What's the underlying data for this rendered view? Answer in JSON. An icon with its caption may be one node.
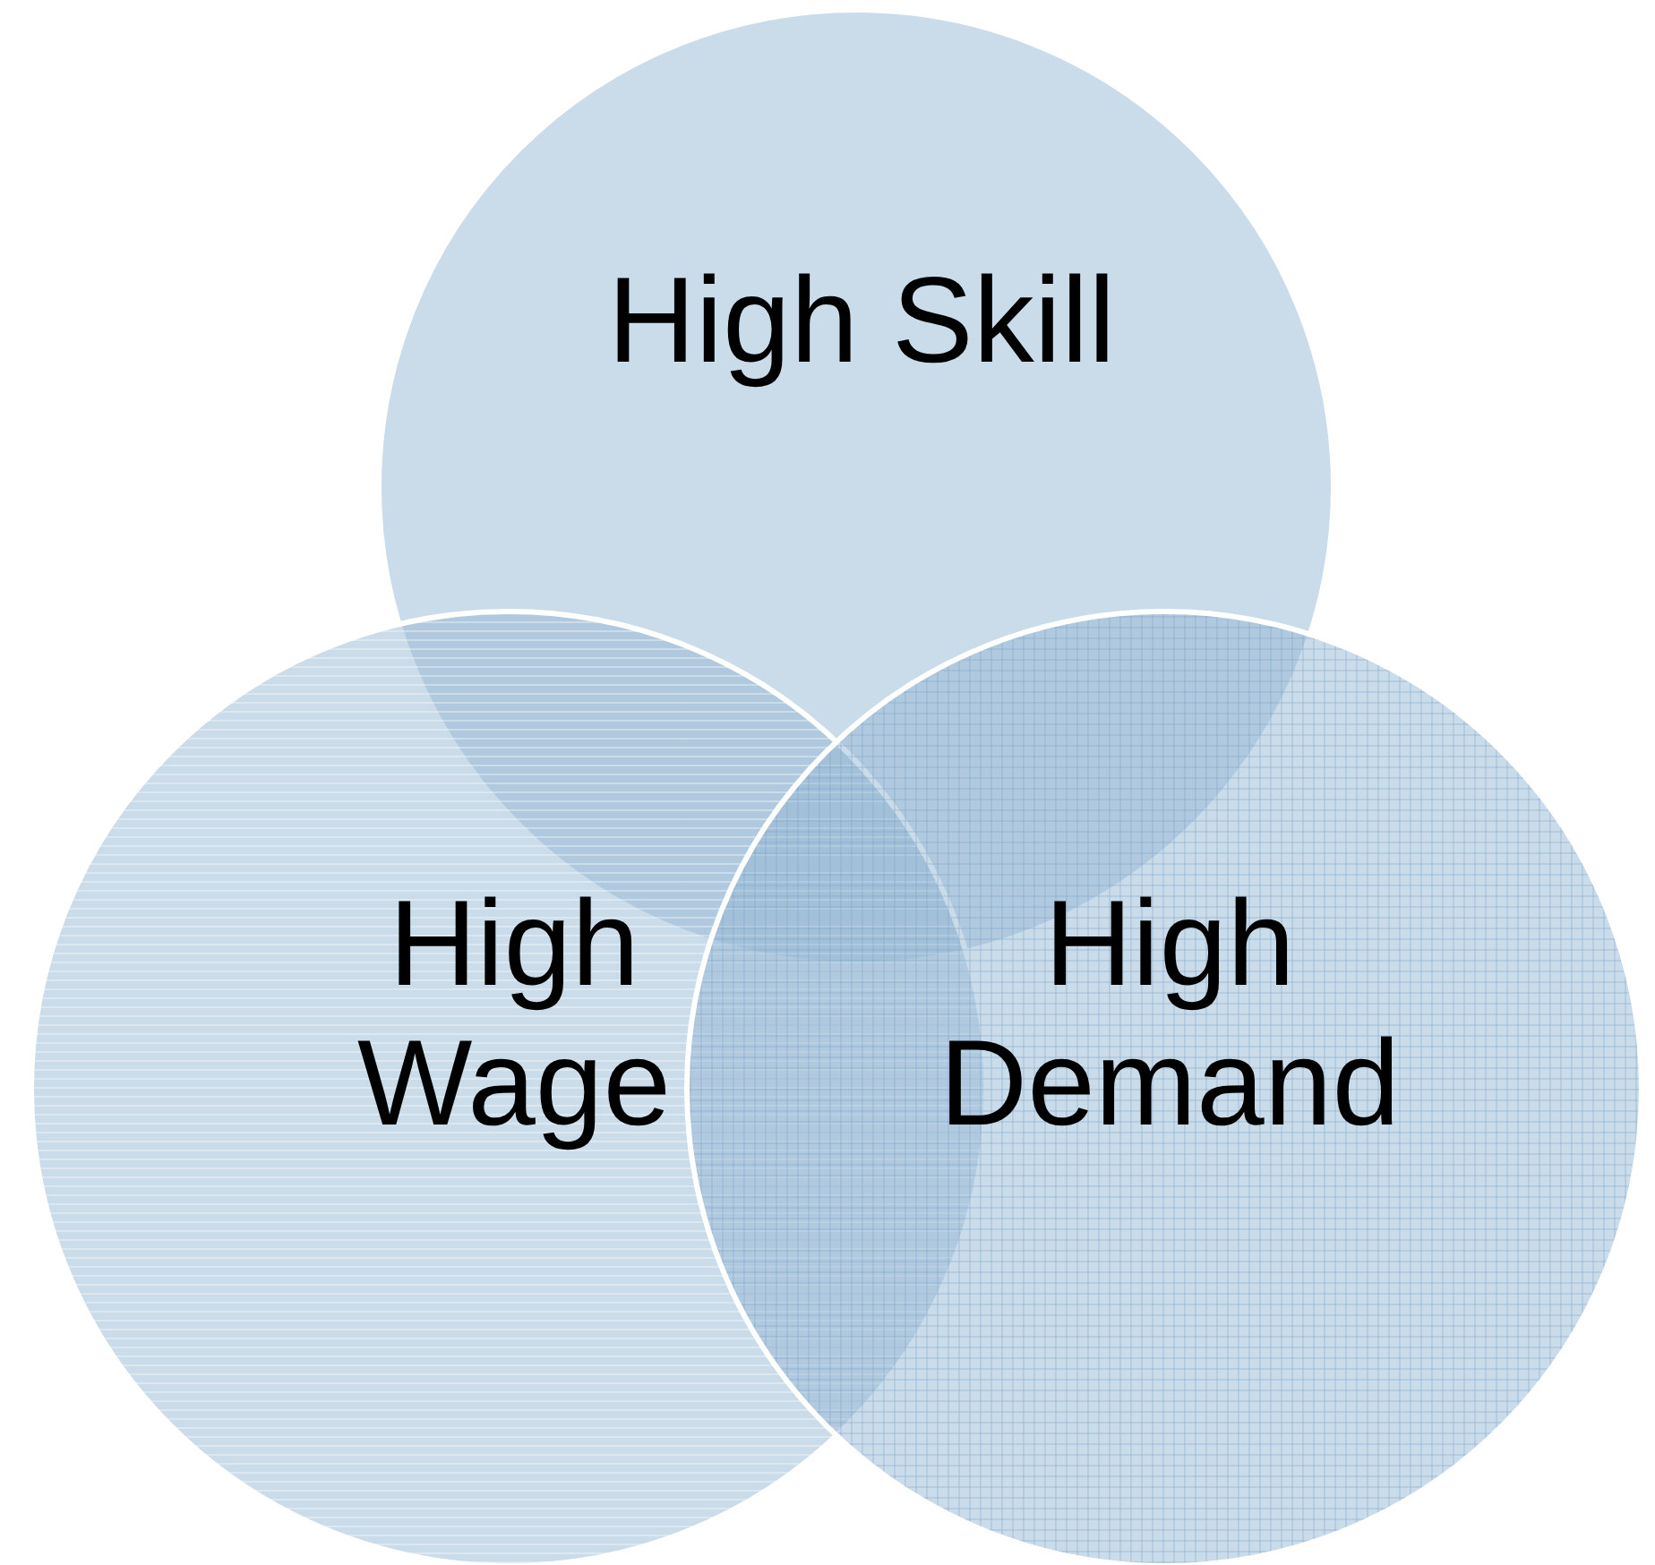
{
  "diagram": {
    "nodes": [
      {
        "text": [
          "High Skill"
        ]
      },
      {
        "text": [
          "High Wage"
        ]
      },
      {
        "text": [
          "High Demand"
        ]
      }
    ]
  }
}
